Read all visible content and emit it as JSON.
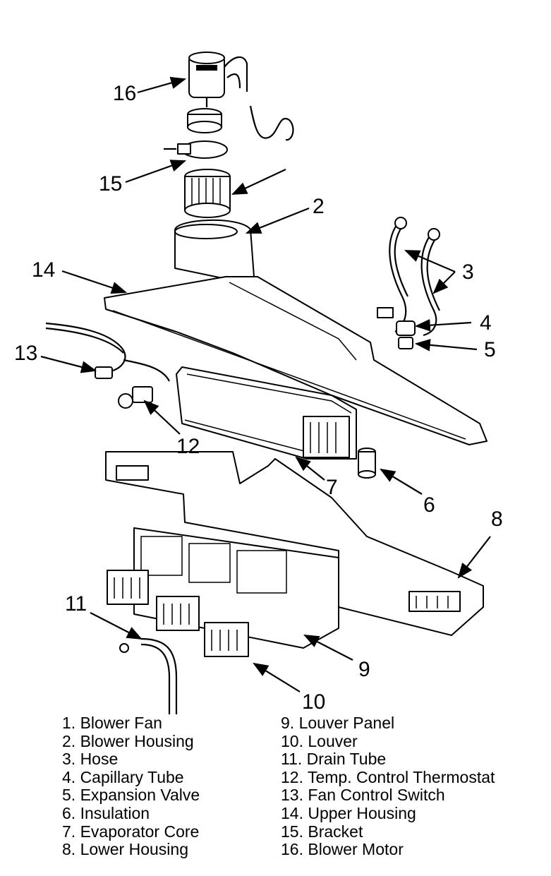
{
  "callouts": {
    "c2": "2",
    "c3": "3",
    "c4": "4",
    "c5": "5",
    "c6": "6",
    "c7": "7",
    "c8": "8",
    "c9": "9",
    "c10": "10",
    "c11": "11",
    "c12": "12",
    "c13": "13",
    "c14": "14",
    "c15": "15",
    "c16": "16"
  },
  "legend": {
    "left": [
      "1. Blower Fan",
      "2. Blower Housing",
      "3. Hose",
      "4. Capillary Tube",
      "5. Expansion Valve",
      "6. Insulation",
      "7. Evaporator Core",
      "8. Lower Housing"
    ],
    "right": [
      "9. Louver Panel",
      "10. Louver",
      "11. Drain Tube",
      "12. Temp. Control Thermostat",
      "13. Fan Control Switch",
      "14. Upper Housing",
      "15. Bracket",
      "16. Blower Motor"
    ]
  }
}
